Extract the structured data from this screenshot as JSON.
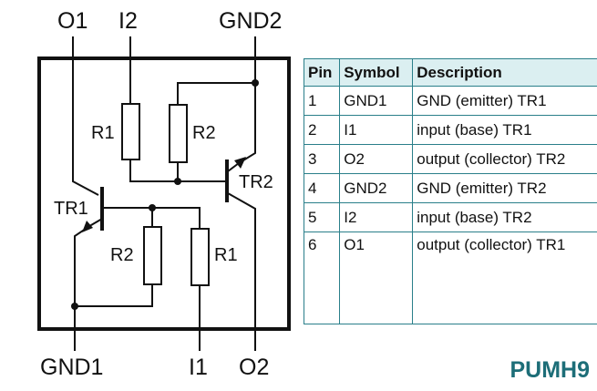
{
  "diagram": {
    "pins_top": [
      "O1",
      "I2",
      "GND2"
    ],
    "pins_bottom": [
      "GND1",
      "I1",
      "O2"
    ],
    "components": {
      "tr1": "TR1",
      "tr2": "TR2",
      "r1_top": "R1",
      "r2_top": "R2",
      "r2_bottom": "R2",
      "r1_bottom": "R1"
    }
  },
  "table": {
    "headers": [
      "Pin",
      "Symbol",
      "Description"
    ],
    "rows": [
      {
        "pin": "1",
        "symbol": "GND1",
        "description": "GND (emitter) TR1"
      },
      {
        "pin": "2",
        "symbol": "I1",
        "description": "input (base) TR1"
      },
      {
        "pin": "3",
        "symbol": "O2",
        "description": "output (collector) TR2"
      },
      {
        "pin": "4",
        "symbol": "GND2",
        "description": "GND (emitter) TR2"
      },
      {
        "pin": "5",
        "symbol": "I2",
        "description": "input (base) TR2"
      },
      {
        "pin": "6",
        "symbol": "O1",
        "description": "output (collector) TR1"
      }
    ]
  },
  "part_number": "PUMH9",
  "colors": {
    "accent": "#1d6e78",
    "table_border": "#2a7f8a",
    "header_bg": "#dbeff1"
  }
}
